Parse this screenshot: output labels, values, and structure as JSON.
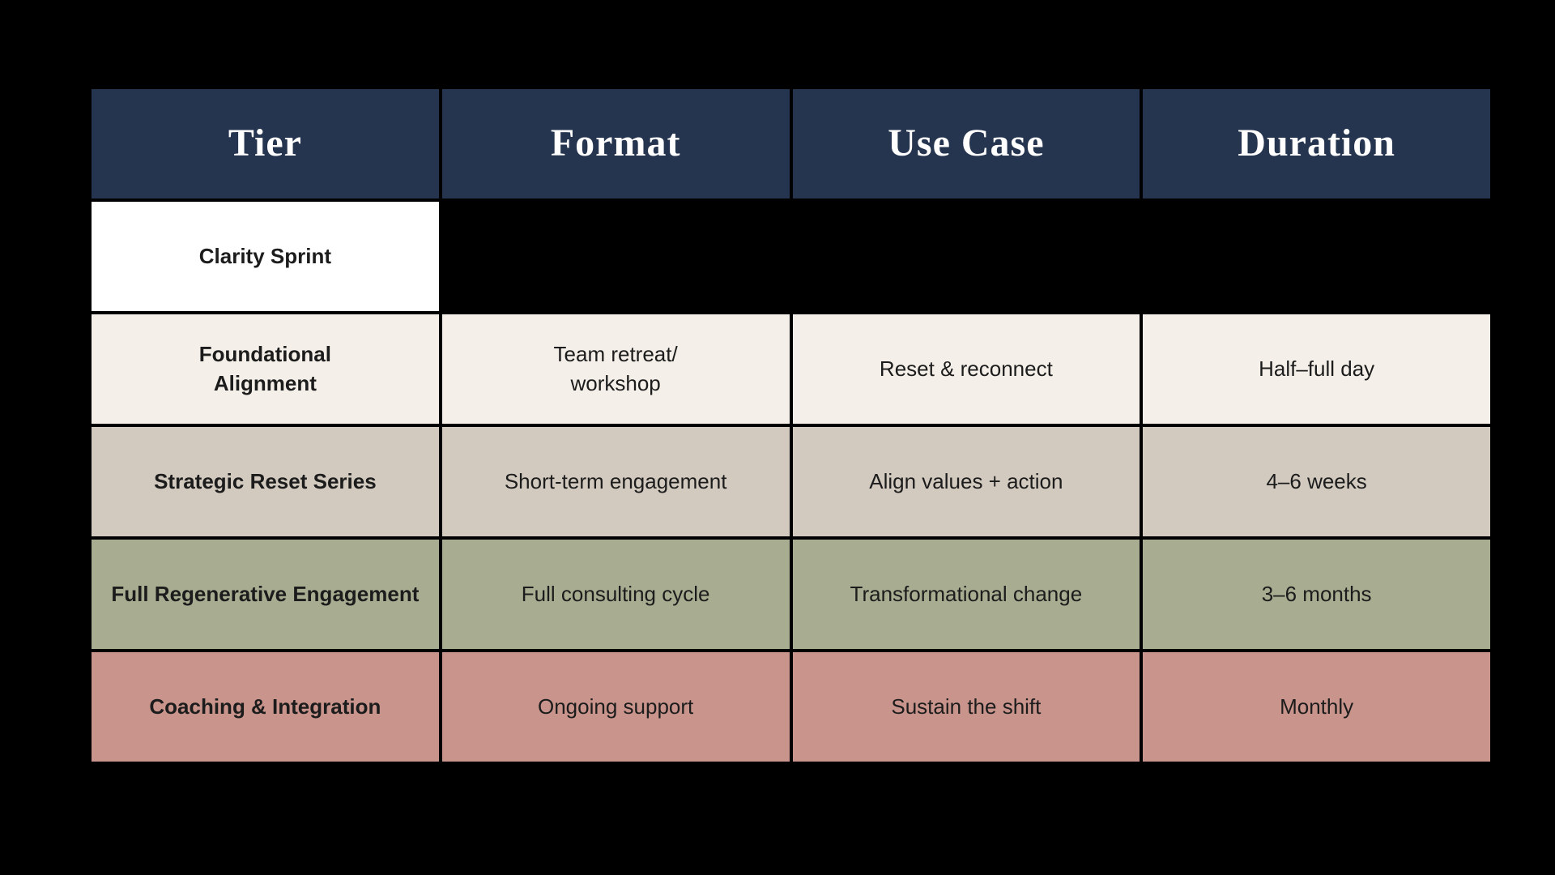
{
  "chart_data": {
    "type": "table",
    "title": "Service tiers comparison table",
    "columns": [
      "Tier",
      "Format",
      "Use Case",
      "Duration"
    ],
    "rows": [
      {
        "tier": "Clarity Sprint",
        "format": "",
        "use_case": "",
        "duration": ""
      },
      {
        "tier": "Foundational\nAlignment",
        "format": "Team retreat/\nworkshop",
        "use_case": "Reset & reconnect",
        "duration": "Half–full day"
      },
      {
        "tier": "Strategic Reset Series",
        "format": "Short-term engagement",
        "use_case": "Align values + action",
        "duration": "4–6 weeks"
      },
      {
        "tier": "Full Regenerative Engagement",
        "format": "Full consulting cycle",
        "use_case": "Transformational change",
        "duration": "3–6 months"
      },
      {
        "tier": "Coaching & Integration",
        "format": "Ongoing support",
        "use_case": "Sustain the shift",
        "duration": "Monthly"
      }
    ]
  },
  "style": {
    "page_bg": "#000000",
    "header_bg": "#25344f",
    "header_text": "#ffffff",
    "body_text": "#1c1c1c",
    "row_colors": [
      "#ffffff",
      "#f4efe8",
      "#d2cabf",
      "#a8ac90",
      "#c9948c"
    ]
  }
}
